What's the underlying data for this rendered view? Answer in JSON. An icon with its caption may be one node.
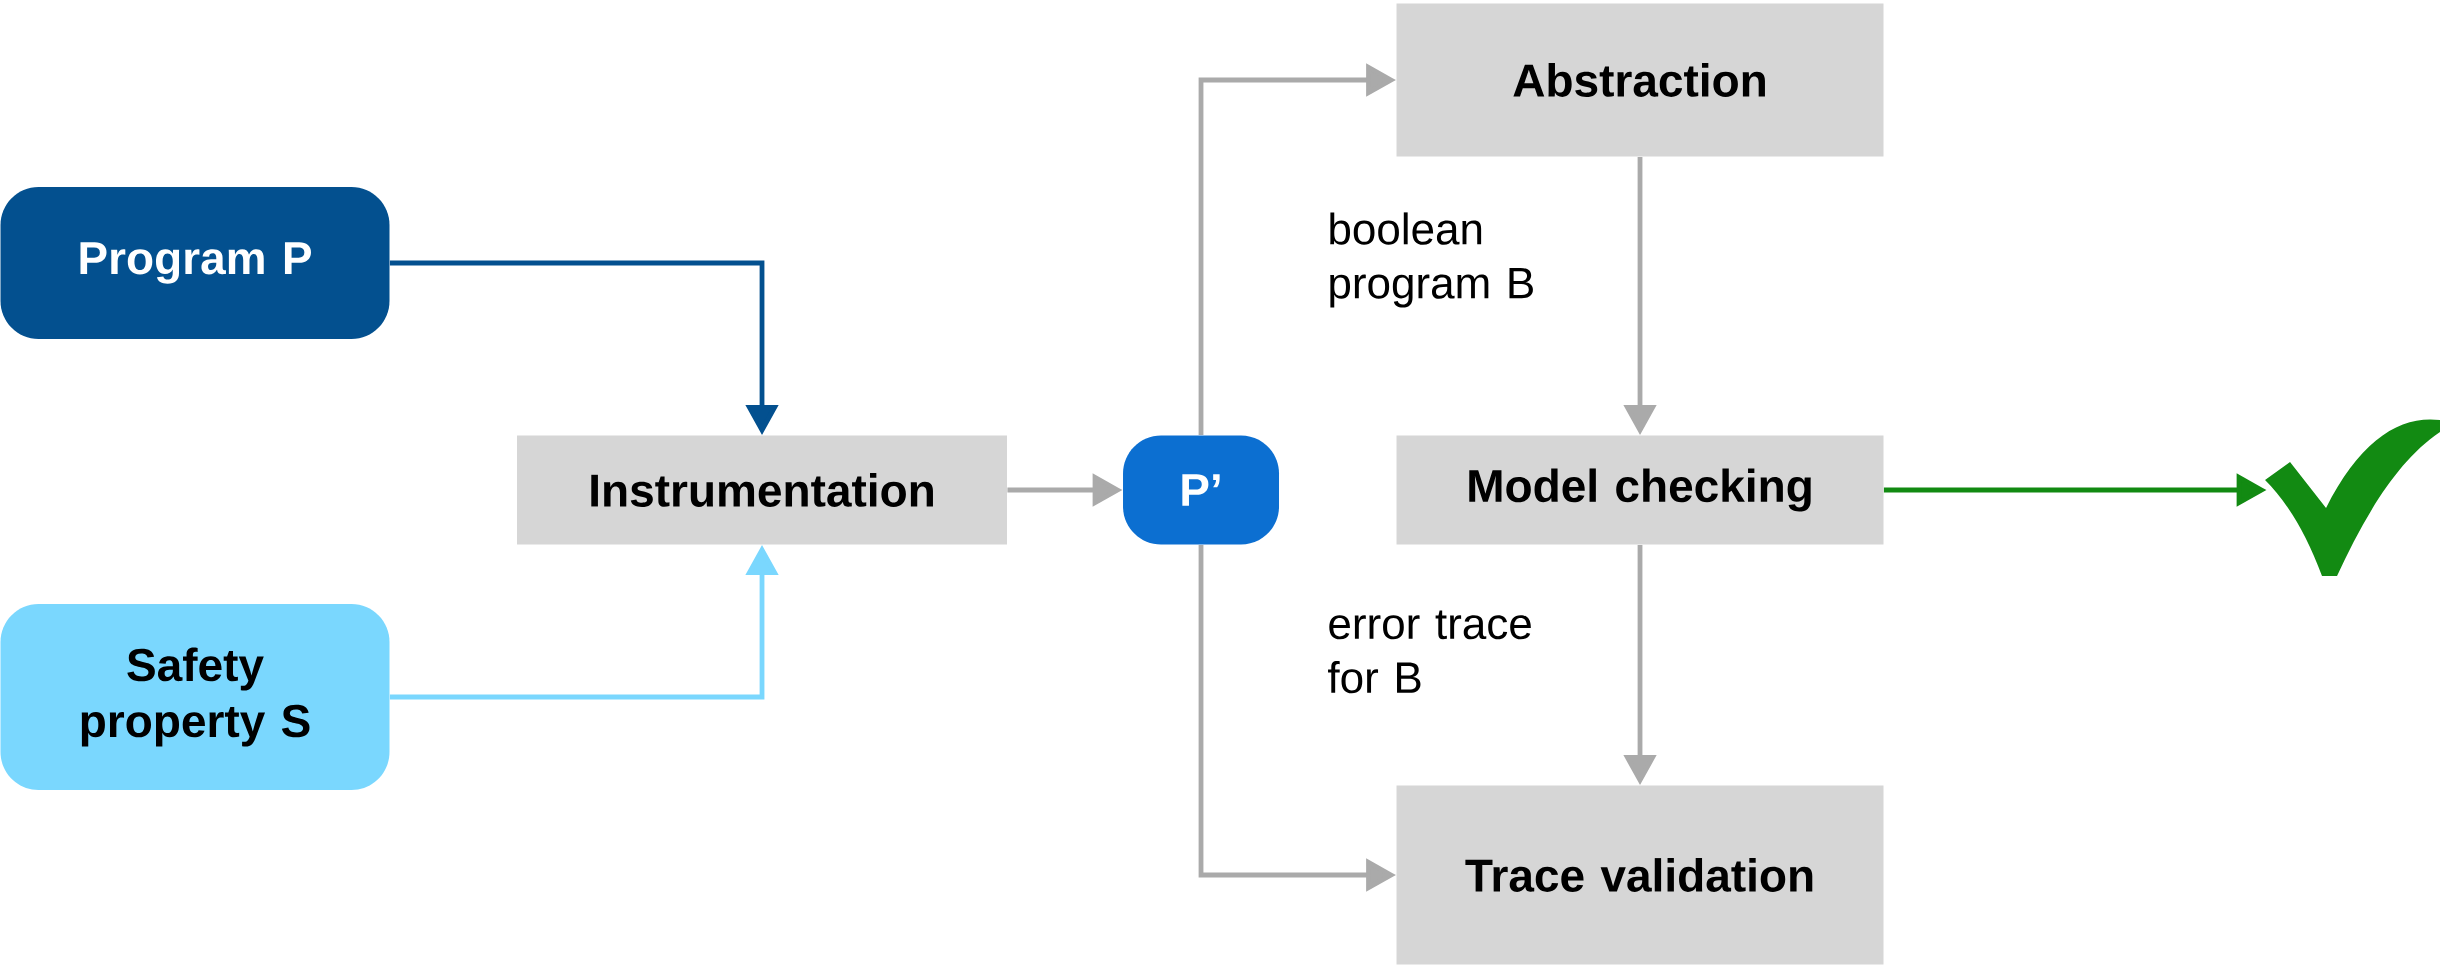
{
  "diagram": {
    "nodes": [
      {
        "text": [
          "Program P"
        ]
      },
      {
        "text": [
          "Safety property S"
        ]
      },
      {
        "text": [
          "Instrumentation"
        ]
      },
      {
        "text": [
          "P’"
        ]
      },
      {
        "text": [
          "Abstraction"
        ]
      },
      {
        "text": [
          "Model checking"
        ]
      },
      {
        "text": [
          "Trace validation"
        ]
      },
      {
        "text": [],
        "shape": "checkmark"
      }
    ],
    "edges": [
      {
        "from": 0,
        "to": 2,
        "arrow": "to",
        "color": "#03508f"
      },
      {
        "from": 1,
        "to": 2,
        "arrow": "to",
        "color": "#7ad7fe"
      },
      {
        "from": 2,
        "to": 3,
        "arrow": "to"
      },
      {
        "from": 3,
        "to": 4,
        "arrow": "to"
      },
      {
        "from": 3,
        "to": 6,
        "arrow": "to"
      },
      {
        "from": 4,
        "to": 5,
        "arrow": "to",
        "label": "boolean program B"
      },
      {
        "from": 5,
        "to": 6,
        "arrow": "to",
        "label": "error trace for B"
      },
      {
        "from": 5,
        "to": 7,
        "arrow": "to",
        "color": "#128a12"
      }
    ]
  }
}
